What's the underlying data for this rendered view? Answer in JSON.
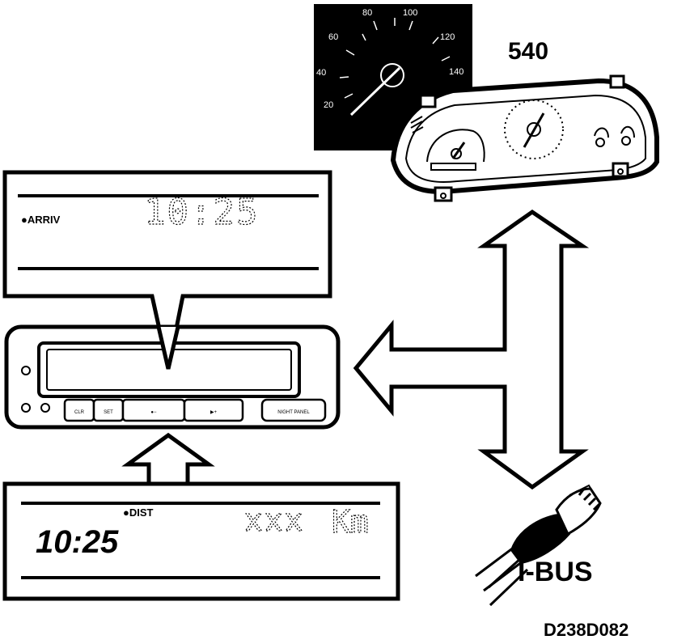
{
  "model_label": "540",
  "bus_label": "I-BUS",
  "figure_code": "D238D082",
  "speedometer": {
    "ticks": [
      "20",
      "40",
      "60",
      "80",
      "100",
      "120",
      "140"
    ]
  },
  "top_display": {
    "indicator": "●ARRIV",
    "time": "10:25"
  },
  "bottom_display": {
    "indicator": "●DIST",
    "time": "10:25",
    "distance": "xxx",
    "unit": "Km"
  },
  "obc_buttons": {
    "clr": "CLR",
    "set": "SET",
    "minus": "●−",
    "plus": "▶+",
    "night_panel": "NIGHT PANEL"
  }
}
